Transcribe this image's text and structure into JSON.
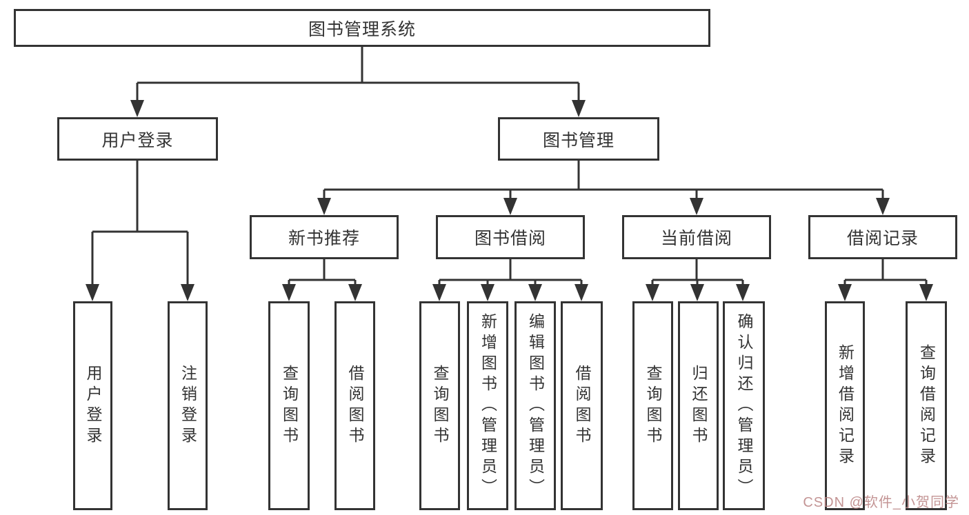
{
  "diagram_title": "图书管理系统",
  "tree": {
    "root": {
      "label": "图书管理系统",
      "children": [
        {
          "label": "用户登录",
          "children": [
            {
              "label": "用户登录"
            },
            {
              "label": "注销登录"
            }
          ]
        },
        {
          "label": "图书管理",
          "children": [
            {
              "label": "新书推荐",
              "children": [
                {
                  "label": "查询图书"
                },
                {
                  "label": "借阅图书"
                }
              ]
            },
            {
              "label": "图书借阅",
              "children": [
                {
                  "label": "查询图书"
                },
                {
                  "label": "新增图书（管理员）"
                },
                {
                  "label": "编辑图书（管理员）"
                },
                {
                  "label": "借阅图书"
                }
              ]
            },
            {
              "label": "当前借阅",
              "children": [
                {
                  "label": "查询图书"
                },
                {
                  "label": "归还图书"
                },
                {
                  "label": "确认归还（管理员）"
                }
              ]
            },
            {
              "label": "借阅记录",
              "children": [
                {
                  "label": "新增借阅记录"
                },
                {
                  "label": "查询借阅记录"
                }
              ]
            }
          ]
        }
      ]
    }
  },
  "watermark": {
    "text": "CSDN @软件_小贺同学"
  },
  "colors": {
    "background": "#ffffff",
    "box_fill": "#ffffff",
    "box_border": "#333333",
    "line": "#333333",
    "text": "#333333",
    "watermark": "#b98282"
  }
}
